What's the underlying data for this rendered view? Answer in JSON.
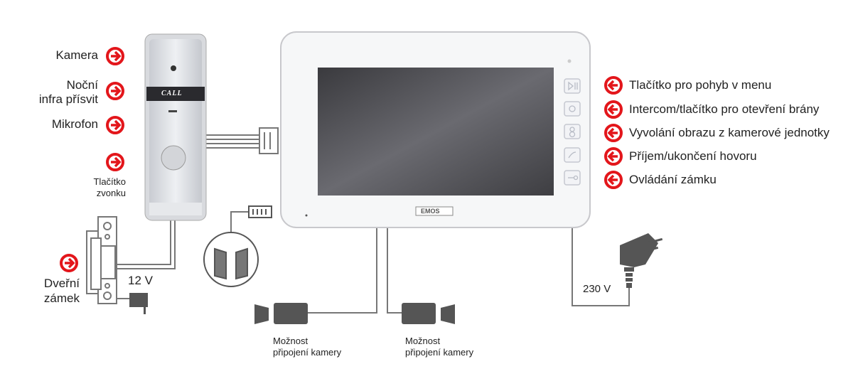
{
  "doorbell": {
    "call_label": "CALL",
    "labels": {
      "camera": "Kamera",
      "night_ir_line1": "Noční",
      "night_ir_line2": "infra přísvit",
      "microphone": "Mikrofon",
      "bell_button_line1": "Tlačítko",
      "bell_button_line2": "zvonku"
    }
  },
  "lock": {
    "label_line1": "Dveřní",
    "label_line2": "zámek",
    "voltage": "12 V"
  },
  "monitor": {
    "brand": "EMOS",
    "button_labels": [
      "Tlačítko pro pohyb v menu",
      "Intercom/tlačítko pro otevření brány",
      "Vyvolání obrazu z kamerové jednotky",
      "Příjem/ukončení hovoru",
      "Ovládání zámku"
    ]
  },
  "power": {
    "voltage": "230 V"
  },
  "cameras": [
    {
      "line1": "Možnost",
      "line2": "připojení kamery"
    },
    {
      "line1": "Možnost",
      "line2": "připojení kamery"
    }
  ],
  "colors": {
    "accent": "#e3161b",
    "wire": "#707070",
    "device": "#555555"
  }
}
